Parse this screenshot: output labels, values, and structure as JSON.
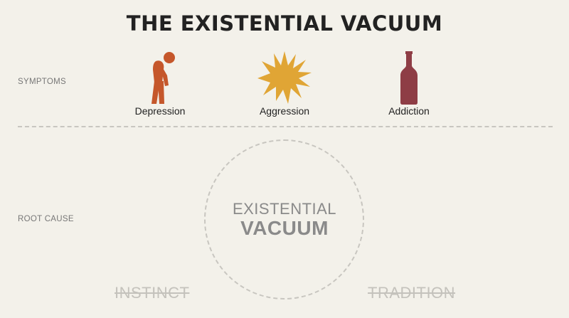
{
  "title": "THE EXISTENTIAL VACUUM",
  "rows": {
    "symptoms_label": "SYMPTOMS",
    "root_cause_label": "ROOT CAUSE"
  },
  "symptoms": [
    {
      "label": "Depression",
      "icon": "stooped-person-icon",
      "color": "#c5572b"
    },
    {
      "label": "Aggression",
      "icon": "starburst-icon",
      "color": "#e0a535"
    },
    {
      "label": "Addiction",
      "icon": "bottle-icon",
      "color": "#8e3d45"
    }
  ],
  "root_cause": {
    "line1": "EXISTENTIAL",
    "line2": "VACUUM"
  },
  "lost_guides": [
    "INSTINCT",
    "TRADITION"
  ]
}
